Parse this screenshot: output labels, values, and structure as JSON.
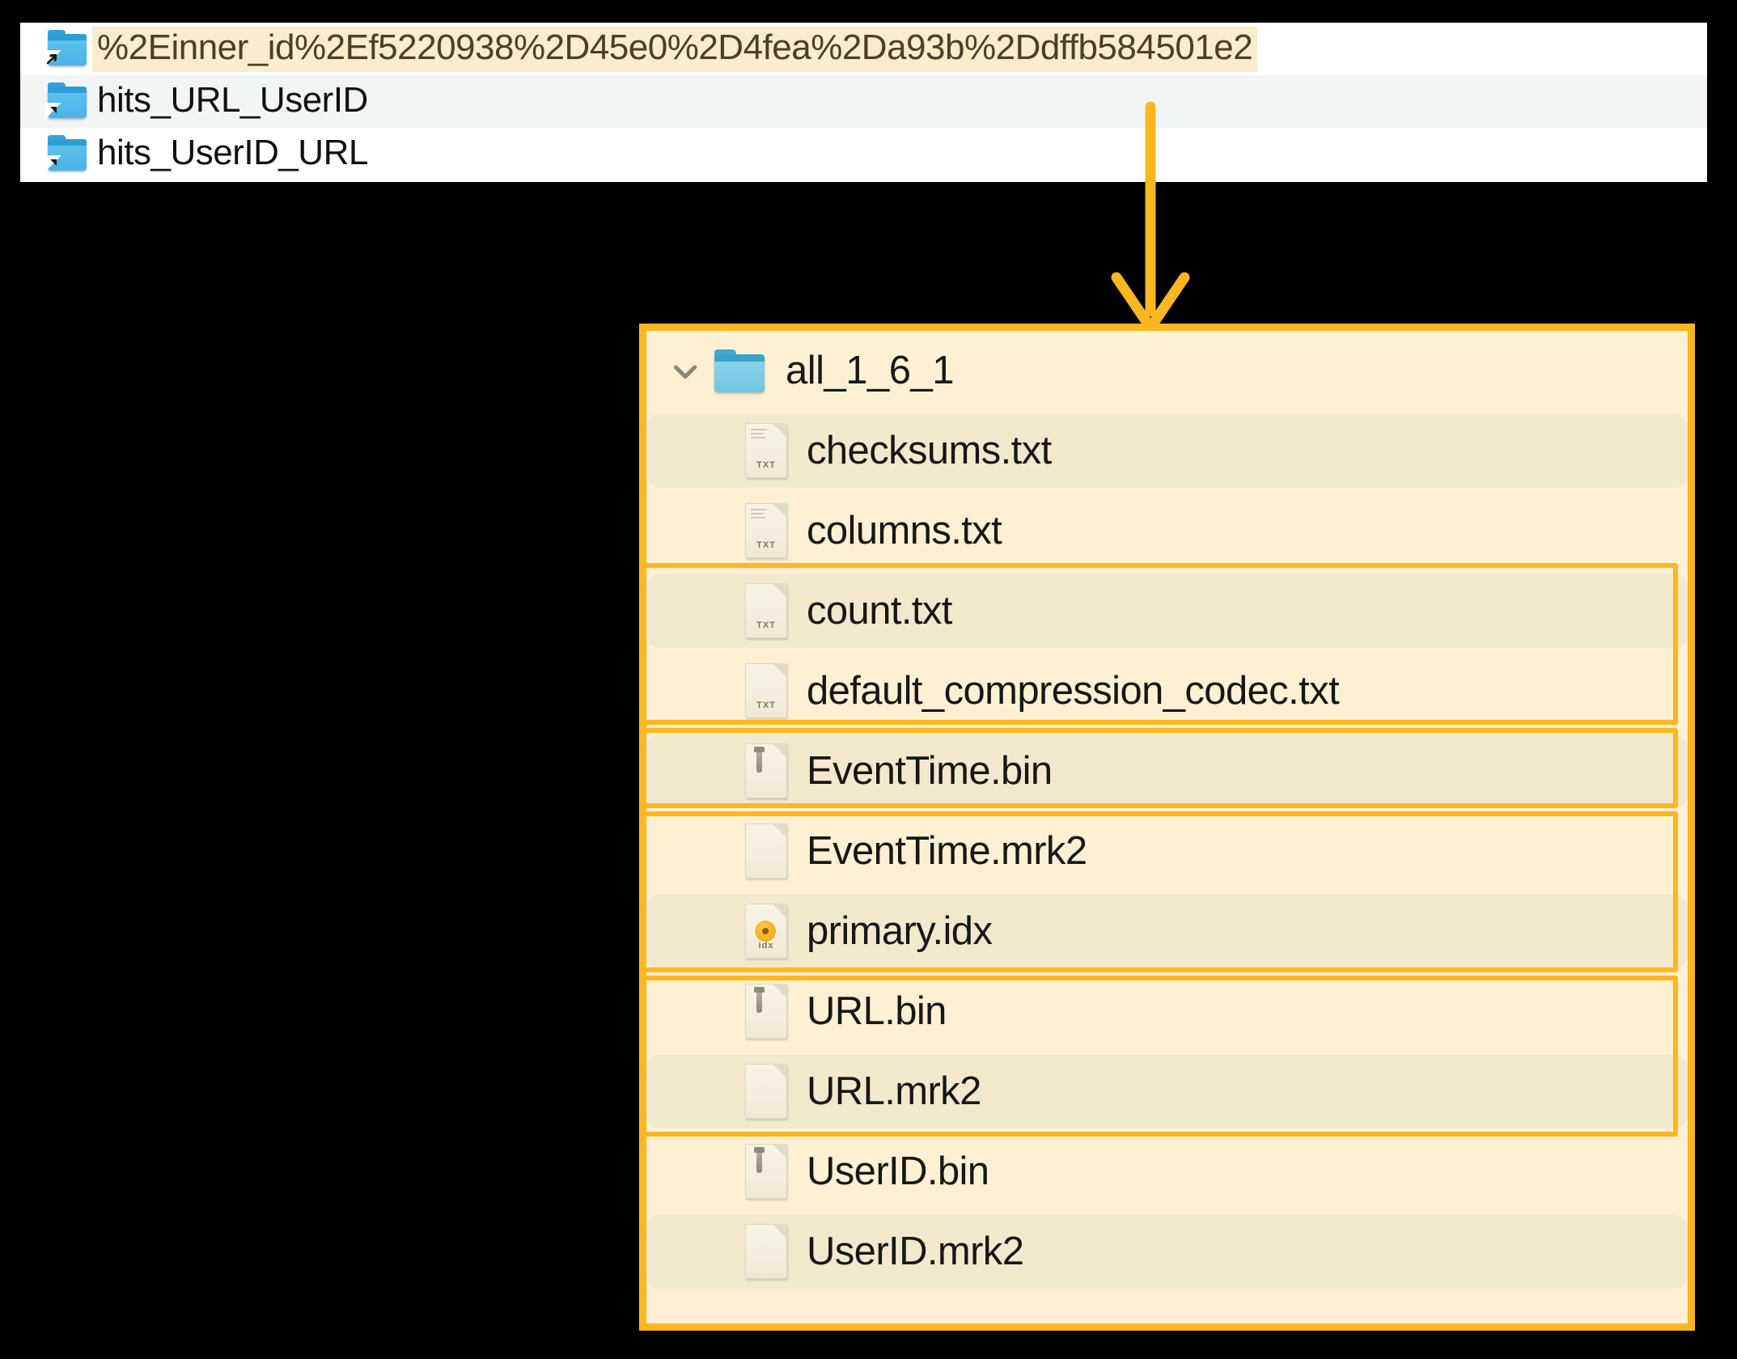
{
  "colors": {
    "accent": "#fcb61f",
    "panel_bg": "#fdf0d3",
    "row_shade": "#f2e9cd",
    "highlight_row": "#fbeccd",
    "folder_blue": "#49b4e6",
    "list_alt": "#f2f5f5"
  },
  "top_list": {
    "items": [
      {
        "label": "%2Einner_id%2Ef5220938%2D45e0%2D4fea%2Da93b%2Ddffb584501e2",
        "icon": "folder-alias-icon",
        "highlighted": true
      },
      {
        "label": "hits_URL_UserID",
        "icon": "folder-alias-icon",
        "highlighted": false
      },
      {
        "label": "hits_UserID_URL",
        "icon": "folder-alias-icon",
        "highlighted": false
      }
    ]
  },
  "panel": {
    "folder": {
      "label": "all_1_6_1",
      "icon": "folder-icon",
      "chevron": "chevron-down-icon",
      "expanded": true
    },
    "files": [
      {
        "label": "checksums.txt",
        "icon": "txt-file-icon",
        "boxed": false
      },
      {
        "label": "columns.txt",
        "icon": "txt-file-icon",
        "boxed": false
      },
      {
        "label": "count.txt",
        "icon": "txt-file-icon",
        "boxed": false
      },
      {
        "label": "default_compression_codec.txt",
        "icon": "txt-file-icon",
        "boxed": false
      },
      {
        "label": "EventTime.bin",
        "icon": "bin-file-icon",
        "boxed": true
      },
      {
        "label": "EventTime.mrk2",
        "icon": "blank-file-icon",
        "boxed": true
      },
      {
        "label": "primary.idx",
        "icon": "idx-file-icon",
        "boxed": true
      },
      {
        "label": "URL.bin",
        "icon": "bin-file-icon",
        "boxed": true
      },
      {
        "label": "URL.mrk2",
        "icon": "blank-file-icon",
        "boxed": true
      },
      {
        "label": "UserID.bin",
        "icon": "bin-file-icon",
        "boxed": true
      },
      {
        "label": "UserID.mrk2",
        "icon": "blank-file-icon",
        "boxed": true
      }
    ],
    "highlight_groups": [
      {
        "name": "EventTime-group",
        "from": "EventTime.bin",
        "to": "EventTime.mrk2"
      },
      {
        "name": "primary-idx-group",
        "from": "primary.idx",
        "to": "primary.idx"
      },
      {
        "name": "URL-group",
        "from": "URL.bin",
        "to": "URL.mrk2"
      },
      {
        "name": "UserID-group",
        "from": "UserID.bin",
        "to": "UserID.mrk2"
      }
    ]
  },
  "annotation": {
    "arrow": "down-arrow",
    "color": "#fcb61f"
  }
}
